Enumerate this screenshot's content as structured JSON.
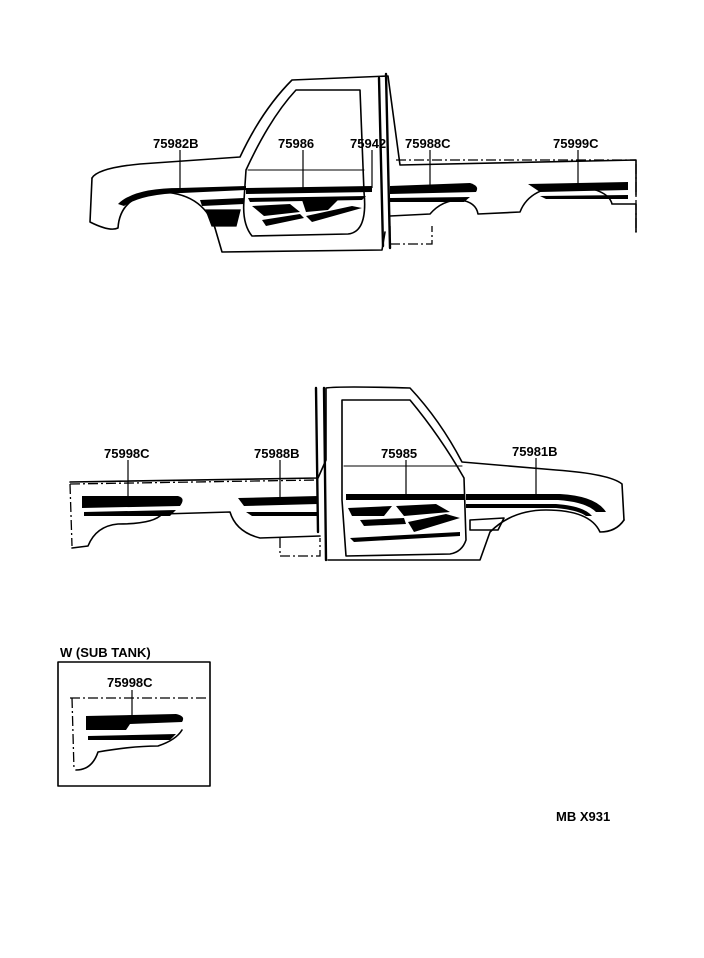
{
  "top_view": {
    "labels": [
      "75982B",
      "75986",
      "75942",
      "75988C",
      "75999C"
    ]
  },
  "bottom_view": {
    "labels": [
      "75998C",
      "75988B",
      "75985",
      "75981B"
    ]
  },
  "inset": {
    "title": "W (SUB TANK)",
    "label": "75998C"
  },
  "drawing_code": "MB X931"
}
